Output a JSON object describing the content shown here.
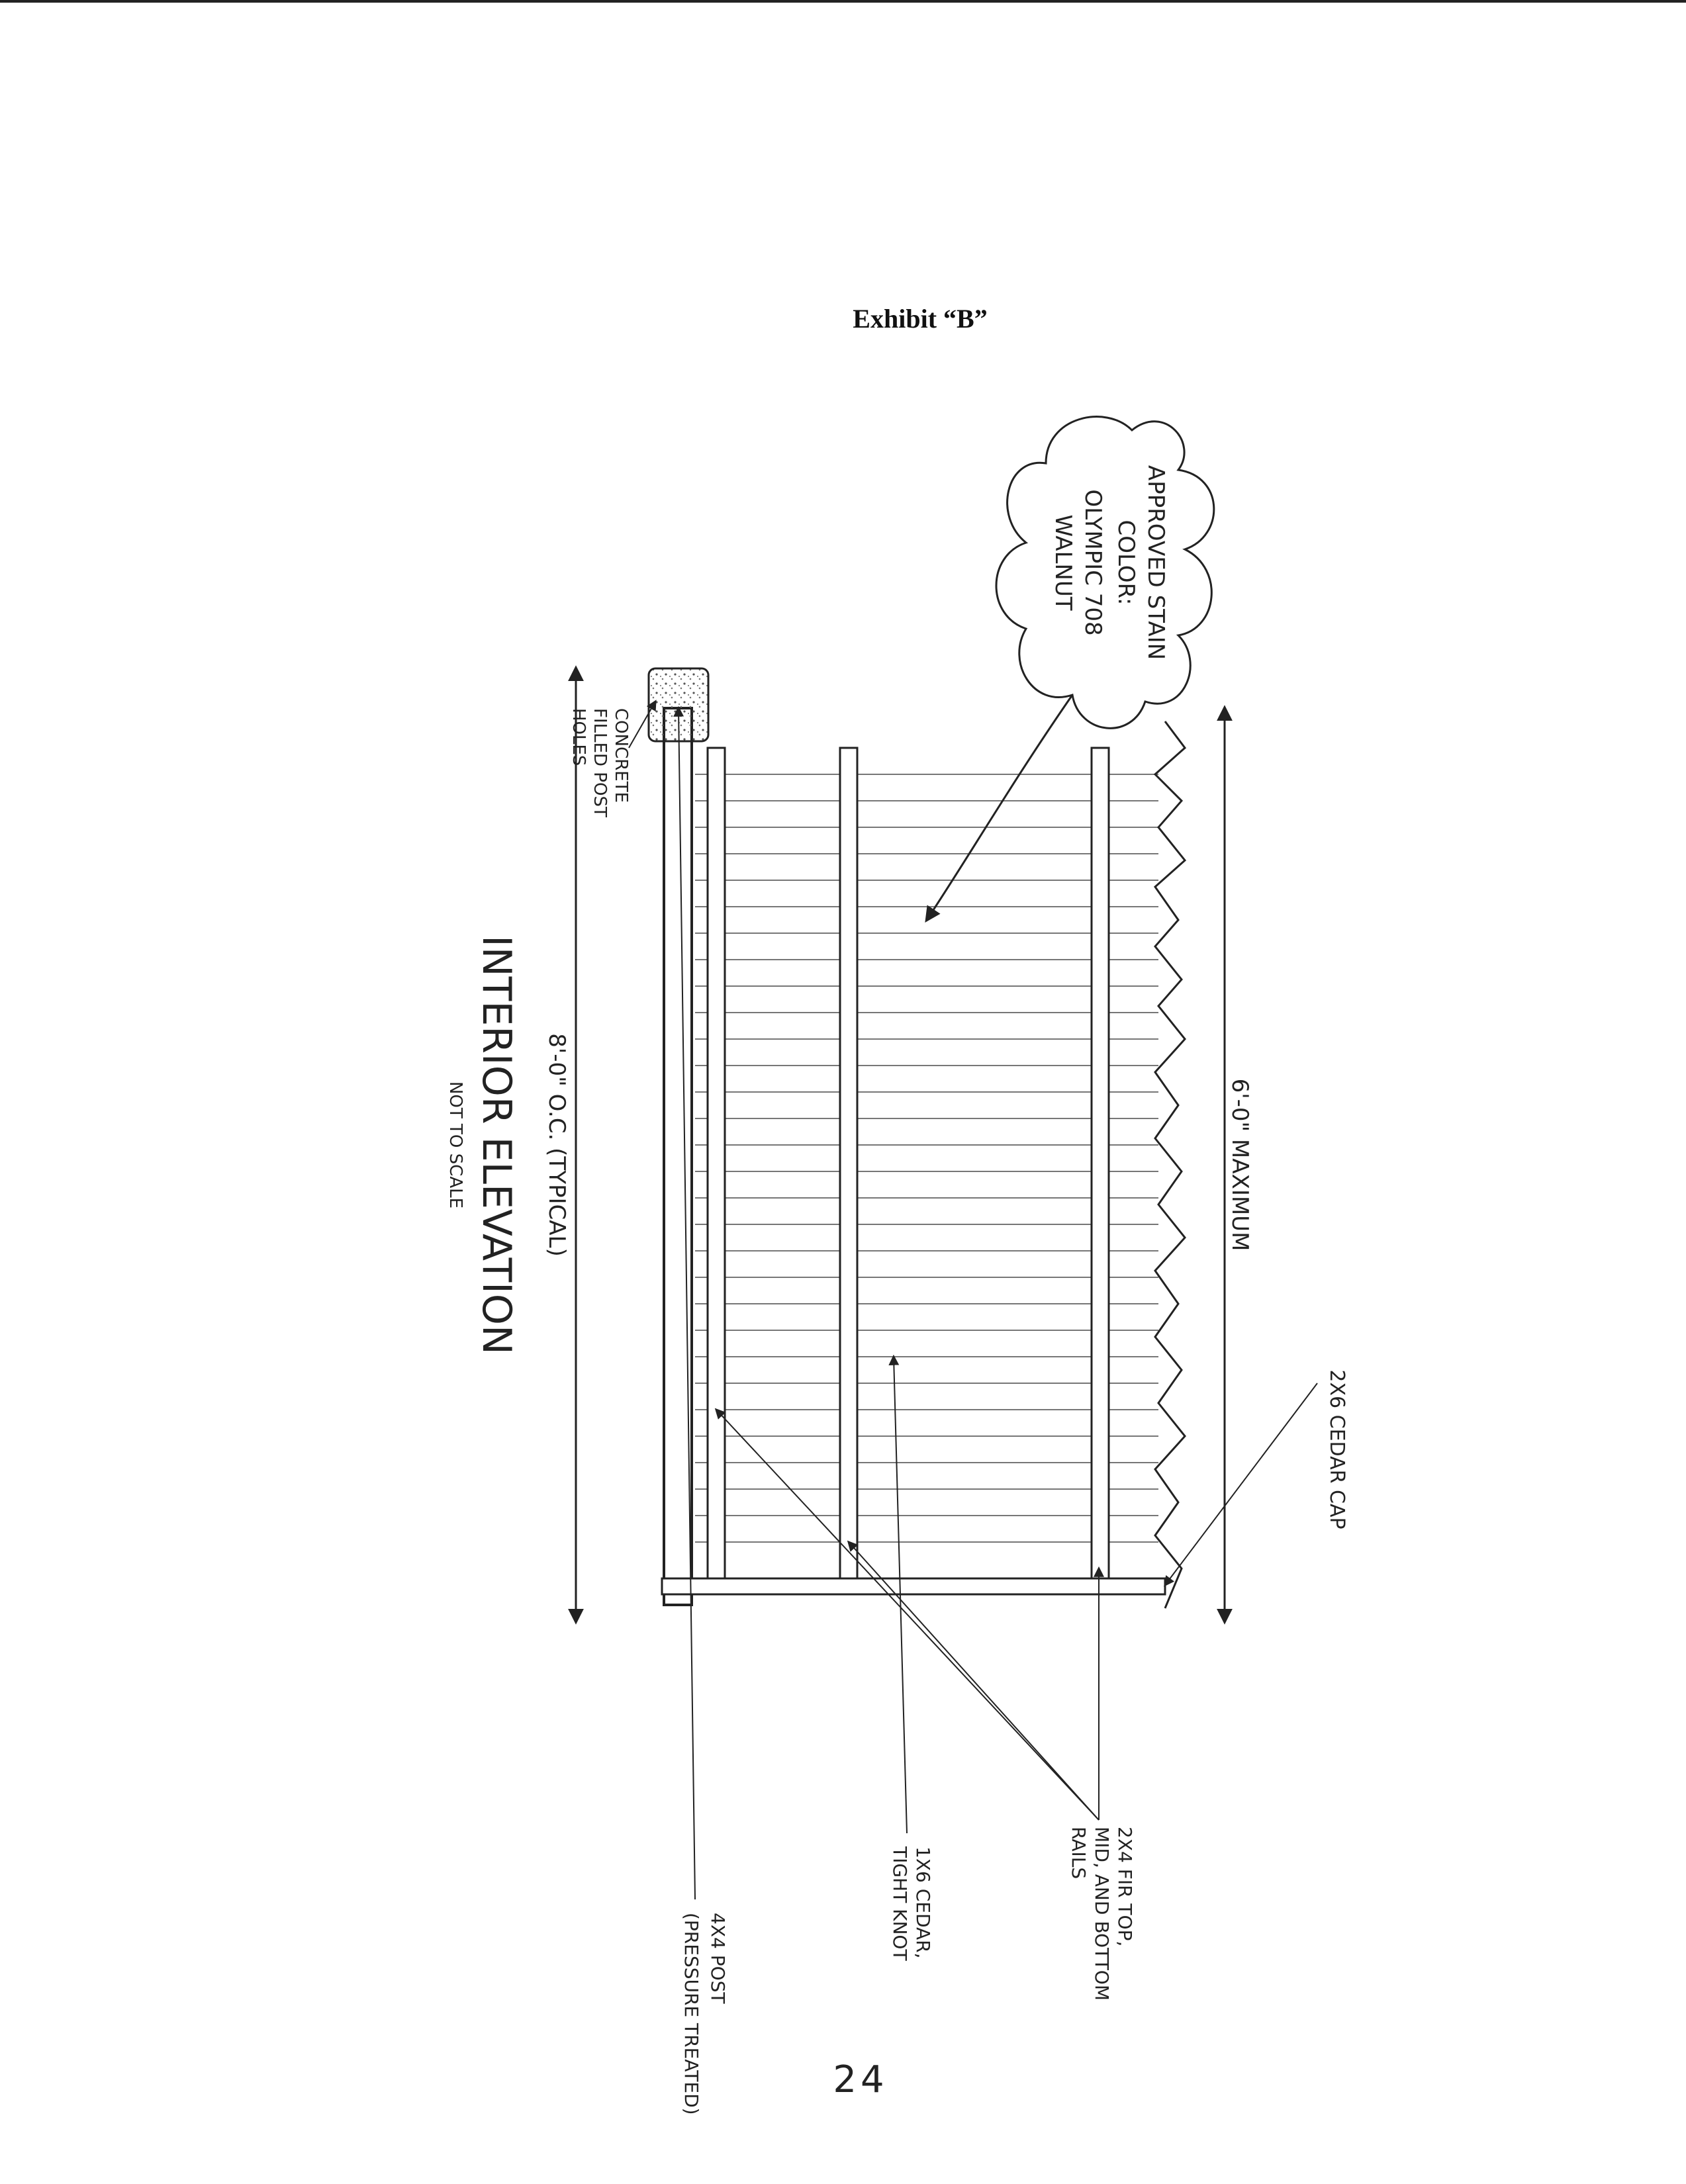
{
  "document": {
    "title": "Exhibit “B”",
    "page_number": "24"
  },
  "drawing": {
    "stain_note": {
      "line1": "APPROVED STAIN",
      "line2": "COLOR:",
      "line3": "OLYMPIC 708",
      "line4": "WALNUT"
    },
    "width_dimension": "6'-0\" MAXIMUM",
    "post_spacing_dimension": "8'-0\" O.C. (TYPICAL)",
    "view_title": "INTERIOR ELEVATION",
    "scale_note": "NOT TO SCALE",
    "labels": {
      "cap": "2X6 CEDAR CAP",
      "rails_line1": "2X4 FIR TOP,",
      "rails_line2": "MID, AND BOTTOM",
      "rails_line3": "RAILS",
      "boards_line1": "1X6 CEDAR,",
      "boards_line2": "TIGHT KNOT",
      "post_line1": "4X4 POST",
      "post_line2": "(PRESSURE TREATED)",
      "footing_line1": "CONCRETE",
      "footing_line2": "FILLED POST",
      "footing_line3": "HOLES"
    }
  },
  "colors": {
    "ink": "#222222",
    "paper": "#ffffff"
  }
}
